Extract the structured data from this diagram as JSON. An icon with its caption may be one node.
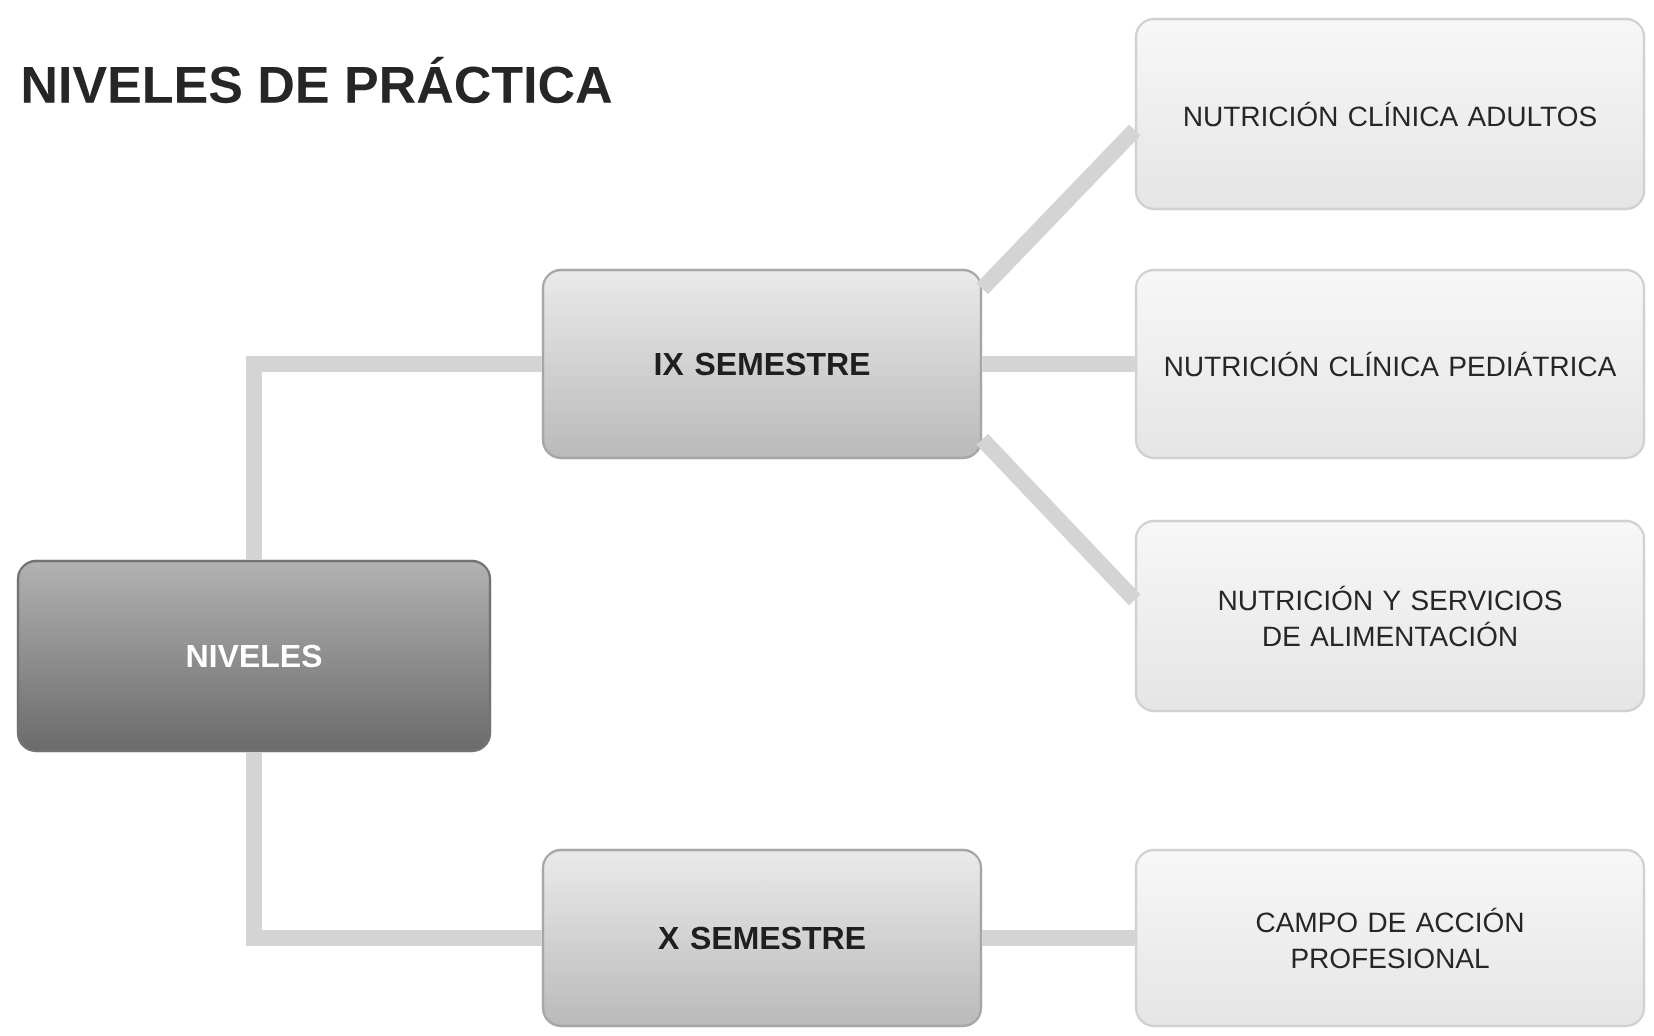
{
  "diagram": {
    "title": "NIVELES DE PRÁCTICA",
    "nodes": [
      {
        "text": [
          "NIVELES"
        ]
      },
      {
        "text": [
          "IX  SEMESTRE"
        ]
      },
      {
        "text": [
          "X SEMESTRE"
        ]
      },
      {
        "text": [
          "NUTRICIÓN CLÍNICA ADULTOS"
        ]
      },
      {
        "text": [
          "NUTRICIÓN CLÍNICA PEDIÁTRICA"
        ]
      },
      {
        "text": [
          "NUTRICIÓN Y SERVICIOS DE ALIMENTACIÓN"
        ]
      },
      {
        "text": [
          "CAMPO DE ACCIÓN PROFESIONAL"
        ]
      }
    ],
    "edges": [
      {
        "from": 0,
        "to": 1,
        "arrow": "none"
      },
      {
        "from": 0,
        "to": 2,
        "arrow": "none"
      },
      {
        "from": 1,
        "to": 3,
        "arrow": "none"
      },
      {
        "from": 1,
        "to": 4,
        "arrow": "none"
      },
      {
        "from": 1,
        "to": 5,
        "arrow": "none"
      },
      {
        "from": 2,
        "to": 6,
        "arrow": "none"
      }
    ]
  }
}
